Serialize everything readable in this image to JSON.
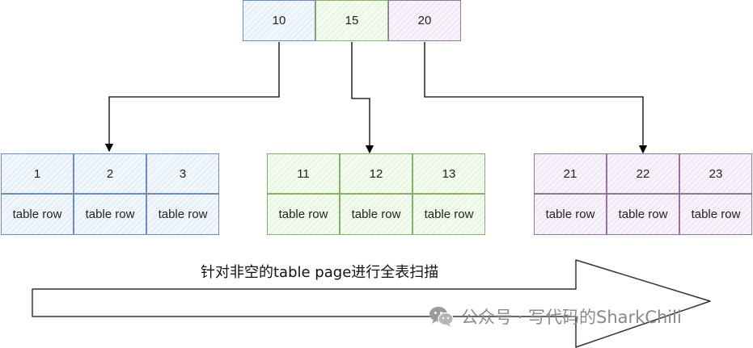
{
  "index_page": {
    "keys": [
      {
        "label": "10",
        "color": "blue"
      },
      {
        "label": "15",
        "color": "green"
      },
      {
        "label": "20",
        "color": "purple"
      }
    ]
  },
  "table_pages": [
    {
      "color": "blue",
      "keys": [
        "1",
        "2",
        "3"
      ],
      "rows": [
        "table row",
        "table row",
        "table row"
      ]
    },
    {
      "color": "green",
      "keys": [
        "11",
        "12",
        "13"
      ],
      "rows": [
        "table row",
        "table row",
        "table row"
      ]
    },
    {
      "color": "purple",
      "keys": [
        "21",
        "22",
        "23"
      ],
      "rows": [
        "table row",
        "table row",
        "table row"
      ]
    }
  ],
  "scan_label": "针对非空的table page进行全表扫描",
  "watermark": {
    "text": "公众号 · 写代码的SharkChili",
    "icon": "wechat-icon"
  },
  "colors": {
    "blue": "#6c8ebf",
    "green": "#82b366",
    "purple": "#9673a6",
    "connector": "#000000",
    "scan_arrow": "#333333"
  }
}
